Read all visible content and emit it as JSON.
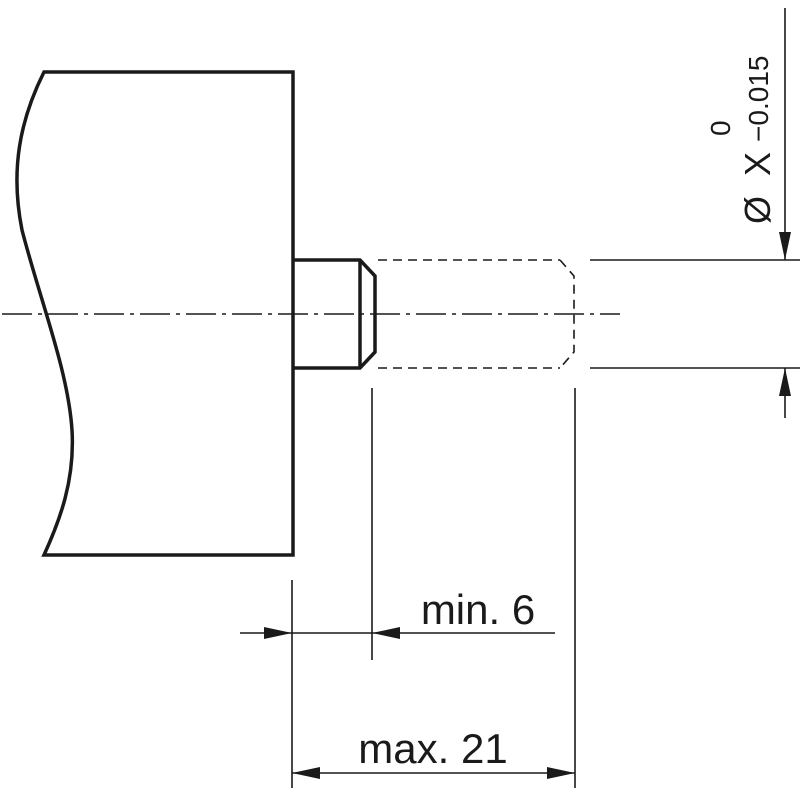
{
  "dimensions": {
    "min_label": "min. 6",
    "max_label": "max. 21",
    "diameter": {
      "symbol": "Ø",
      "base": "X",
      "upper_tolerance": "0",
      "lower_tolerance": "−0.015"
    }
  },
  "colors": {
    "line": "#1a1a1a",
    "background": "#ffffff"
  }
}
